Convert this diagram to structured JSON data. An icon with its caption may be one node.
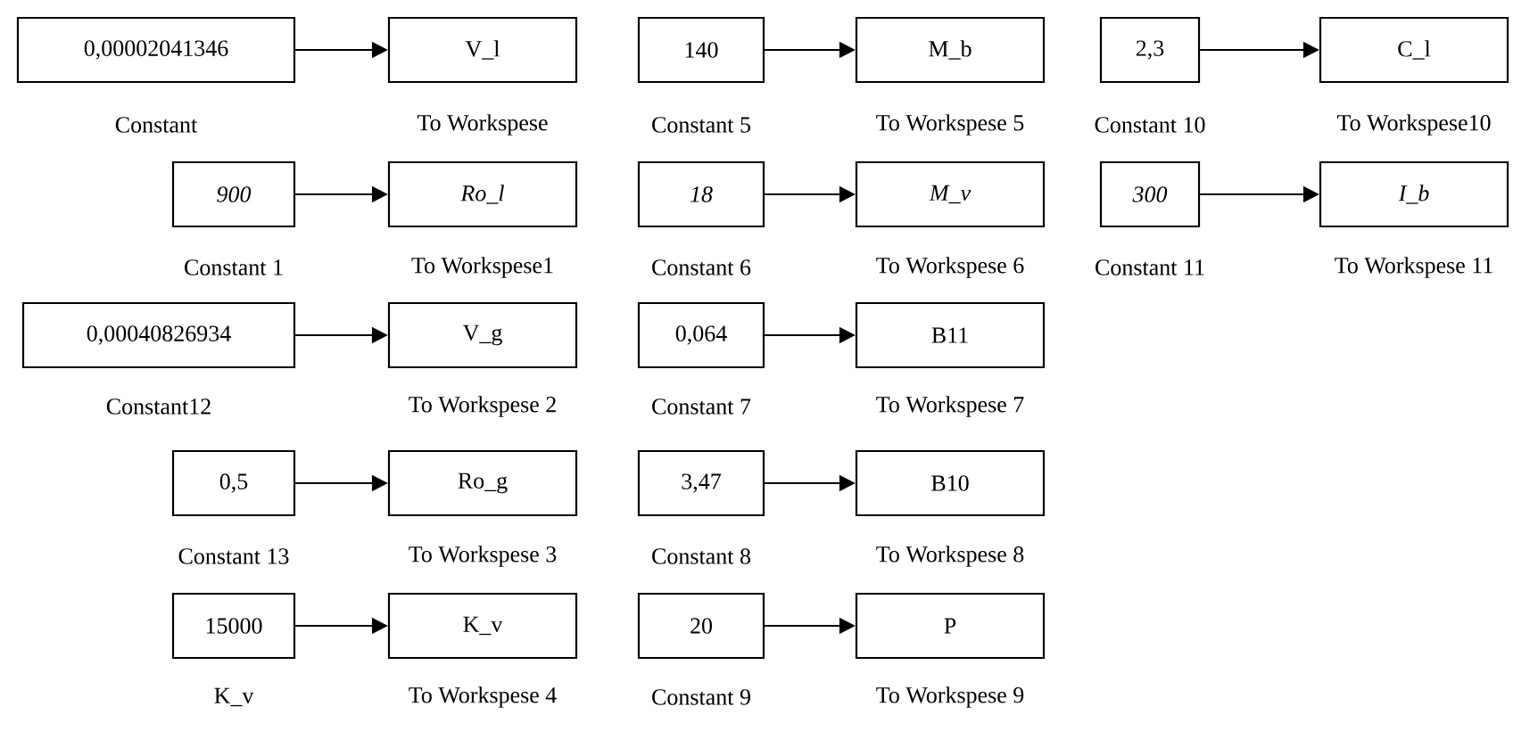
{
  "diagram": {
    "nodes": [
      {
        "text": [
          "0,00002041346"
        ],
        "beside": [
          "Constant"
        ]
      },
      {
        "text": [
          "V_l"
        ],
        "beside": [
          "To Workspese"
        ]
      },
      {
        "text": [
          "140"
        ],
        "beside": [
          "Constant 5"
        ]
      },
      {
        "text": [
          "M_b"
        ],
        "beside": [
          "To Workspese 5"
        ]
      },
      {
        "text": [
          "2,3"
        ],
        "beside": [
          "Constant 10"
        ]
      },
      {
        "text": [
          "C_l"
        ],
        "beside": [
          "To Workspese10"
        ]
      },
      {
        "text": [
          "900"
        ],
        "beside": [
          "Constant 1"
        ]
      },
      {
        "text": [
          "Ro_l"
        ],
        "beside": [
          "To Workspese1"
        ]
      },
      {
        "text": [
          "18"
        ],
        "beside": [
          "Constant 6"
        ]
      },
      {
        "text": [
          "M_v"
        ],
        "beside": [
          "To Workspese 6"
        ]
      },
      {
        "text": [
          "300"
        ],
        "beside": [
          "Constant 11"
        ]
      },
      {
        "text": [
          "I_b"
        ],
        "beside": [
          "To Workspese 11"
        ]
      },
      {
        "text": [
          "0,00040826934"
        ],
        "beside": [
          "Constant12"
        ]
      },
      {
        "text": [
          "V_g"
        ],
        "beside": [
          "To Workspese 2"
        ]
      },
      {
        "text": [
          "0,064"
        ],
        "beside": [
          "Constant 7"
        ]
      },
      {
        "text": [
          "B11"
        ],
        "beside": [
          "To Workspese 7"
        ]
      },
      {
        "text": [
          "0,5"
        ],
        "beside": [
          "Constant 13"
        ]
      },
      {
        "text": [
          "Ro_g"
        ],
        "beside": [
          "To Workspese 3"
        ]
      },
      {
        "text": [
          "3,47"
        ],
        "beside": [
          "Constant 8"
        ]
      },
      {
        "text": [
          "B10"
        ],
        "beside": [
          "To Workspese 8"
        ]
      },
      {
        "text": [
          "15000"
        ],
        "beside": [
          "K_v"
        ]
      },
      {
        "text": [
          "K_v"
        ],
        "beside": [
          "To Workspese 4"
        ]
      },
      {
        "text": [
          "20"
        ],
        "beside": [
          "Constant 9"
        ]
      },
      {
        "text": [
          "P"
        ],
        "beside": [
          "To Workspese 9"
        ]
      }
    ],
    "edges": [
      {
        "from": 0,
        "to": 1,
        "arrow": "to"
      },
      {
        "from": 2,
        "to": 3,
        "arrow": "to"
      },
      {
        "from": 4,
        "to": 5,
        "arrow": "to"
      },
      {
        "from": 6,
        "to": 7,
        "arrow": "to"
      },
      {
        "from": 8,
        "to": 9,
        "arrow": "to"
      },
      {
        "from": 10,
        "to": 11,
        "arrow": "to"
      },
      {
        "from": 12,
        "to": 13,
        "arrow": "to"
      },
      {
        "from": 14,
        "to": 15,
        "arrow": "to"
      },
      {
        "from": 16,
        "to": 17,
        "arrow": "to"
      },
      {
        "from": 18,
        "to": 19,
        "arrow": "to"
      },
      {
        "from": 20,
        "to": 21,
        "arrow": "to"
      },
      {
        "from": 22,
        "to": 23,
        "arrow": "to"
      }
    ]
  }
}
